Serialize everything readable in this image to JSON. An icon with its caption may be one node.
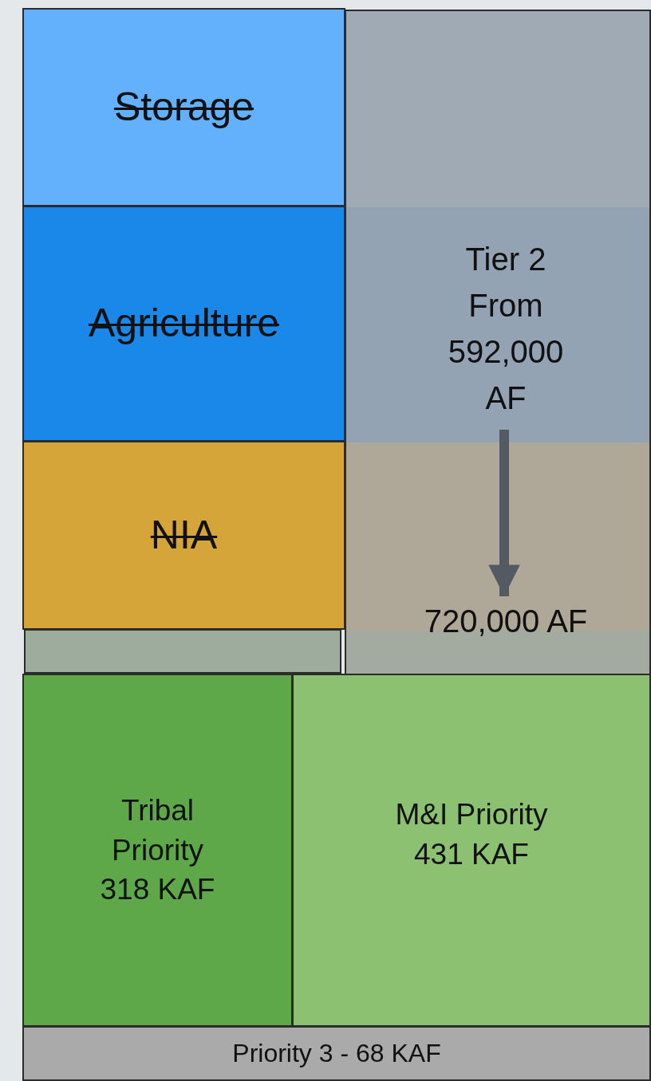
{
  "diagram": {
    "nodes": [
      {
        "text": [
          "Storage"
        ]
      },
      {
        "text": [],
        "shape": "box"
      },
      {
        "text": [
          "Tier 2 From 592,000 AF"
        ],
        "in": 1
      },
      {
        "text": [
          "Agriculture"
        ]
      },
      {
        "text": [
          "NIA"
        ]
      },
      {
        "text": [
          "720,000 AF"
        ],
        "in": 1
      },
      {
        "text": [],
        "shape": "box"
      },
      {
        "text": [
          "Tribal Priority 318 KAF"
        ]
      },
      {
        "text": [
          "M&I Priority 431 KAF"
        ]
      },
      {
        "text": [
          "Priority 3 - 68 KAF"
        ]
      }
    ],
    "edges": [
      {
        "from": 2,
        "to": 5,
        "arrow": "to"
      }
    ]
  }
}
